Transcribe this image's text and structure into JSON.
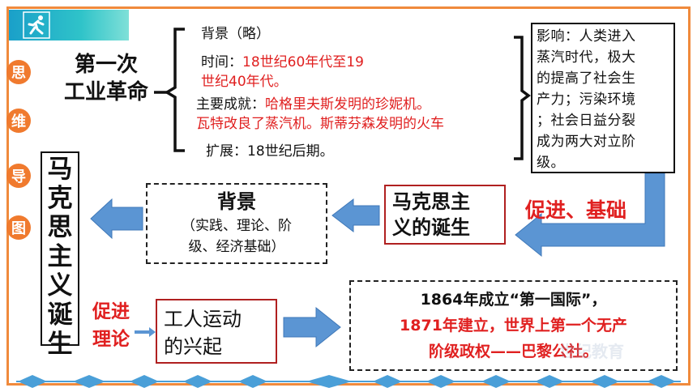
{
  "side_labels": [
    "思",
    "维",
    "导",
    "图"
  ],
  "revolution": {
    "title_line1": "第一次",
    "title_line2": "工业革命",
    "background": "背景（略）",
    "time_label": "时间：",
    "time_value_line1": "18世纪60年代至19",
    "time_value_line2": "世纪40年代。",
    "achievements_label": "主要成就：",
    "achievements_line1": "哈格里夫斯发明的珍妮机。",
    "achievements_line2": "瓦特改良了蒸汽机。斯蒂芬森发明的火车",
    "expansion": "扩展：18世纪后期。"
  },
  "influence": {
    "line1": "影响：人类进入",
    "line2": "蒸汽时代，极大",
    "line3": "的提高了社会生",
    "line4": "产力；污染环境",
    "line5": "；社会日益分裂",
    "line6": "成为两大对立阶",
    "line7": "级。"
  },
  "marxism_birth_vertical": [
    "马",
    "克",
    "思",
    "主",
    "义",
    "诞",
    "生"
  ],
  "background_box": {
    "heading": "背景",
    "line1": "（实践、理论、阶",
    "line2": "级、经济基础）"
  },
  "birth_box": {
    "line1": "马克思主",
    "line2": "义的诞生"
  },
  "promote_basis": "促进、基础",
  "promote_theory": {
    "line1": "促进",
    "line2": "理论"
  },
  "labor_box": {
    "line1": "工人运动",
    "line2": "的兴起"
  },
  "international_box": {
    "line1": "1864年成立“第一国际”，",
    "line2": "1871年建立，世界上第一个无产",
    "line3": "阶级政权——巴黎公社。"
  },
  "watermark": "世纪教育",
  "colors": {
    "frame": "#f08a3c",
    "accent_red": "#e02020",
    "arrow_blue": "#5b95d3",
    "diamond_blue": "#4a9fd8",
    "header_teal": "#1aa0c9"
  }
}
